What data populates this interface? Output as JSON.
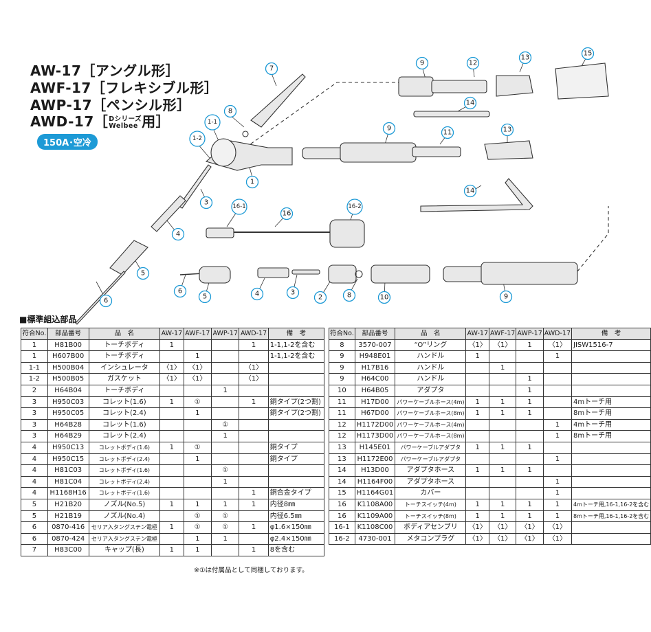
{
  "titles": {
    "line1": "AW-17［アングル形］",
    "line2": "AWF-17［フレキシブル形］",
    "line3": "AWP-17［ペンシル形］",
    "line4_prefix": "AWD-17［",
    "line4_sub1": "Dシリーズ",
    "line4_sub2": "Welbee",
    "line4_suffix": "用］",
    "badge": "150A･空冷"
  },
  "diagram_labels": [
    "7",
    "8",
    "1-1",
    "1-2",
    "1",
    "3",
    "4",
    "5",
    "6",
    "9",
    "12",
    "13",
    "15",
    "14",
    "9",
    "11",
    "13",
    "14",
    "16-1",
    "16",
    "16-2",
    "6",
    "5",
    "4",
    "3",
    "2",
    "8",
    "10",
    "9"
  ],
  "section_title": "■標準組込部品",
  "table_headers": [
    "符合No.",
    "部品番号",
    "品　名",
    "AW-17",
    "AWF-17",
    "AWP-17",
    "AWD-17",
    "備　考"
  ],
  "left_rows": [
    [
      "1",
      "H81B00",
      "トーチボディ",
      "1",
      "",
      "",
      "1",
      "1-1,1-2を含む"
    ],
    [
      "1",
      "H607B00",
      "トーチボディ",
      "",
      "1",
      "",
      "",
      "1-1,1-2を含む"
    ],
    [
      "1-1",
      "H500B04",
      "インシュレータ",
      "〈1〉",
      "〈1〉",
      "",
      "〈1〉",
      ""
    ],
    [
      "1-2",
      "H500B05",
      "ガスケット",
      "〈1〉",
      "〈1〉",
      "",
      "〈1〉",
      ""
    ],
    [
      "2",
      "H64B04",
      "トーチボディ",
      "",
      "",
      "1",
      "",
      ""
    ],
    [
      "3",
      "H950C03",
      "コレット(1.6)",
      "1",
      "①",
      "",
      "1",
      "銅タイプ(2つ割)"
    ],
    [
      "3",
      "H950C05",
      "コレット(2.4)",
      "",
      "1",
      "",
      "",
      "銅タイプ(2つ割)"
    ],
    [
      "3",
      "H64B28",
      "コレット(1.6)",
      "",
      "",
      "①",
      "",
      ""
    ],
    [
      "3",
      "H64B29",
      "コレット(2.4)",
      "",
      "",
      "1",
      "",
      ""
    ],
    [
      "4",
      "H950C13",
      "コレットボディ(1.6)",
      "1",
      "①",
      "",
      "",
      "銅タイプ"
    ],
    [
      "4",
      "H950C15",
      "コレットボディ(2.4)",
      "",
      "1",
      "",
      "",
      "銅タイプ"
    ],
    [
      "4",
      "H81C03",
      "コレットボディ(1.6)",
      "",
      "",
      "①",
      "",
      ""
    ],
    [
      "4",
      "H81C04",
      "コレットボディ(2.4)",
      "",
      "",
      "1",
      "",
      ""
    ],
    [
      "4",
      "H1168H16",
      "コレットボディ(1.6)",
      "",
      "",
      "",
      "1",
      "銅合金タイプ"
    ],
    [
      "5",
      "H21B20",
      "ノズル(No.5)",
      "1",
      "1",
      "1",
      "1",
      "内径8㎜"
    ],
    [
      "5",
      "H21B19",
      "ノズル(No.4)",
      "",
      "①",
      "①",
      "",
      "内径6.5㎜"
    ],
    [
      "6",
      "0870-416",
      "セリア入タングステン電極",
      "1",
      "①",
      "①",
      "1",
      "φ1.6×150㎜"
    ],
    [
      "6",
      "0870-424",
      "セリア入タングステン電極",
      "",
      "1",
      "1",
      "",
      "φ2.4×150㎜"
    ],
    [
      "7",
      "H83C00",
      "キャップ(長)",
      "1",
      "1",
      "",
      "1",
      "8を含む"
    ]
  ],
  "right_rows": [
    [
      "8",
      "3570-007",
      "“O”リング",
      "〈1〉",
      "〈1〉",
      "1",
      "〈1〉",
      "JISW1516-7"
    ],
    [
      "9",
      "H948E01",
      "ハンドル",
      "1",
      "",
      "",
      "1",
      ""
    ],
    [
      "9",
      "H17B16",
      "ハンドル",
      "",
      "1",
      "",
      "",
      ""
    ],
    [
      "9",
      "H64C00",
      "ハンドル",
      "",
      "",
      "1",
      "",
      ""
    ],
    [
      "10",
      "H64B05",
      "アダプタ",
      "",
      "",
      "1",
      "",
      ""
    ],
    [
      "11",
      "H17D00",
      "パワーケーブルホース(4m)",
      "1",
      "1",
      "1",
      "",
      "4mトーチ用"
    ],
    [
      "11",
      "H67D00",
      "パワーケーブルホース(8m)",
      "1",
      "1",
      "1",
      "",
      "8mトーチ用"
    ],
    [
      "12",
      "H1172D00",
      "パワーケーブルホース(4m)",
      "",
      "",
      "",
      "1",
      "4mトーチ用"
    ],
    [
      "12",
      "H1173D00",
      "パワーケーブルホース(8m)",
      "",
      "",
      "",
      "1",
      "8mトーチ用"
    ],
    [
      "13",
      "H145E01",
      "パワーケーブルアダプタ",
      "1",
      "1",
      "1",
      "",
      ""
    ],
    [
      "13",
      "H1172E00",
      "パワーケーブルアダプタ",
      "",
      "",
      "",
      "1",
      ""
    ],
    [
      "14",
      "H13D00",
      "アダプタホース",
      "1",
      "1",
      "1",
      "",
      ""
    ],
    [
      "14",
      "H1164F00",
      "アダプタホース",
      "",
      "",
      "",
      "1",
      ""
    ],
    [
      "15",
      "H1164G01",
      "カバー",
      "",
      "",
      "",
      "1",
      ""
    ],
    [
      "16",
      "K1108A00",
      "トーチスイッチ(4m)",
      "1",
      "1",
      "1",
      "1",
      "4mトーチ用,16-1,16-2を含む"
    ],
    [
      "16",
      "K1109A00",
      "トーチスイッチ(8m)",
      "1",
      "1",
      "1",
      "1",
      "8mトーチ用,16-1,16-2を含む"
    ],
    [
      "16-1",
      "K1108C00",
      "ボディアセンブリ",
      "〈1〉",
      "〈1〉",
      "〈1〉",
      "〈1〉",
      ""
    ],
    [
      "16-2",
      "4730-001",
      "メタコンプラグ",
      "〈1〉",
      "〈1〉",
      "〈1〉",
      "〈1〉",
      ""
    ]
  ],
  "footnote": "※①は付属品として同梱しております。",
  "colors": {
    "accent": "#1d9ad6",
    "header_bg": "#e3e3e3",
    "part_fill": "#e8e8e8"
  }
}
